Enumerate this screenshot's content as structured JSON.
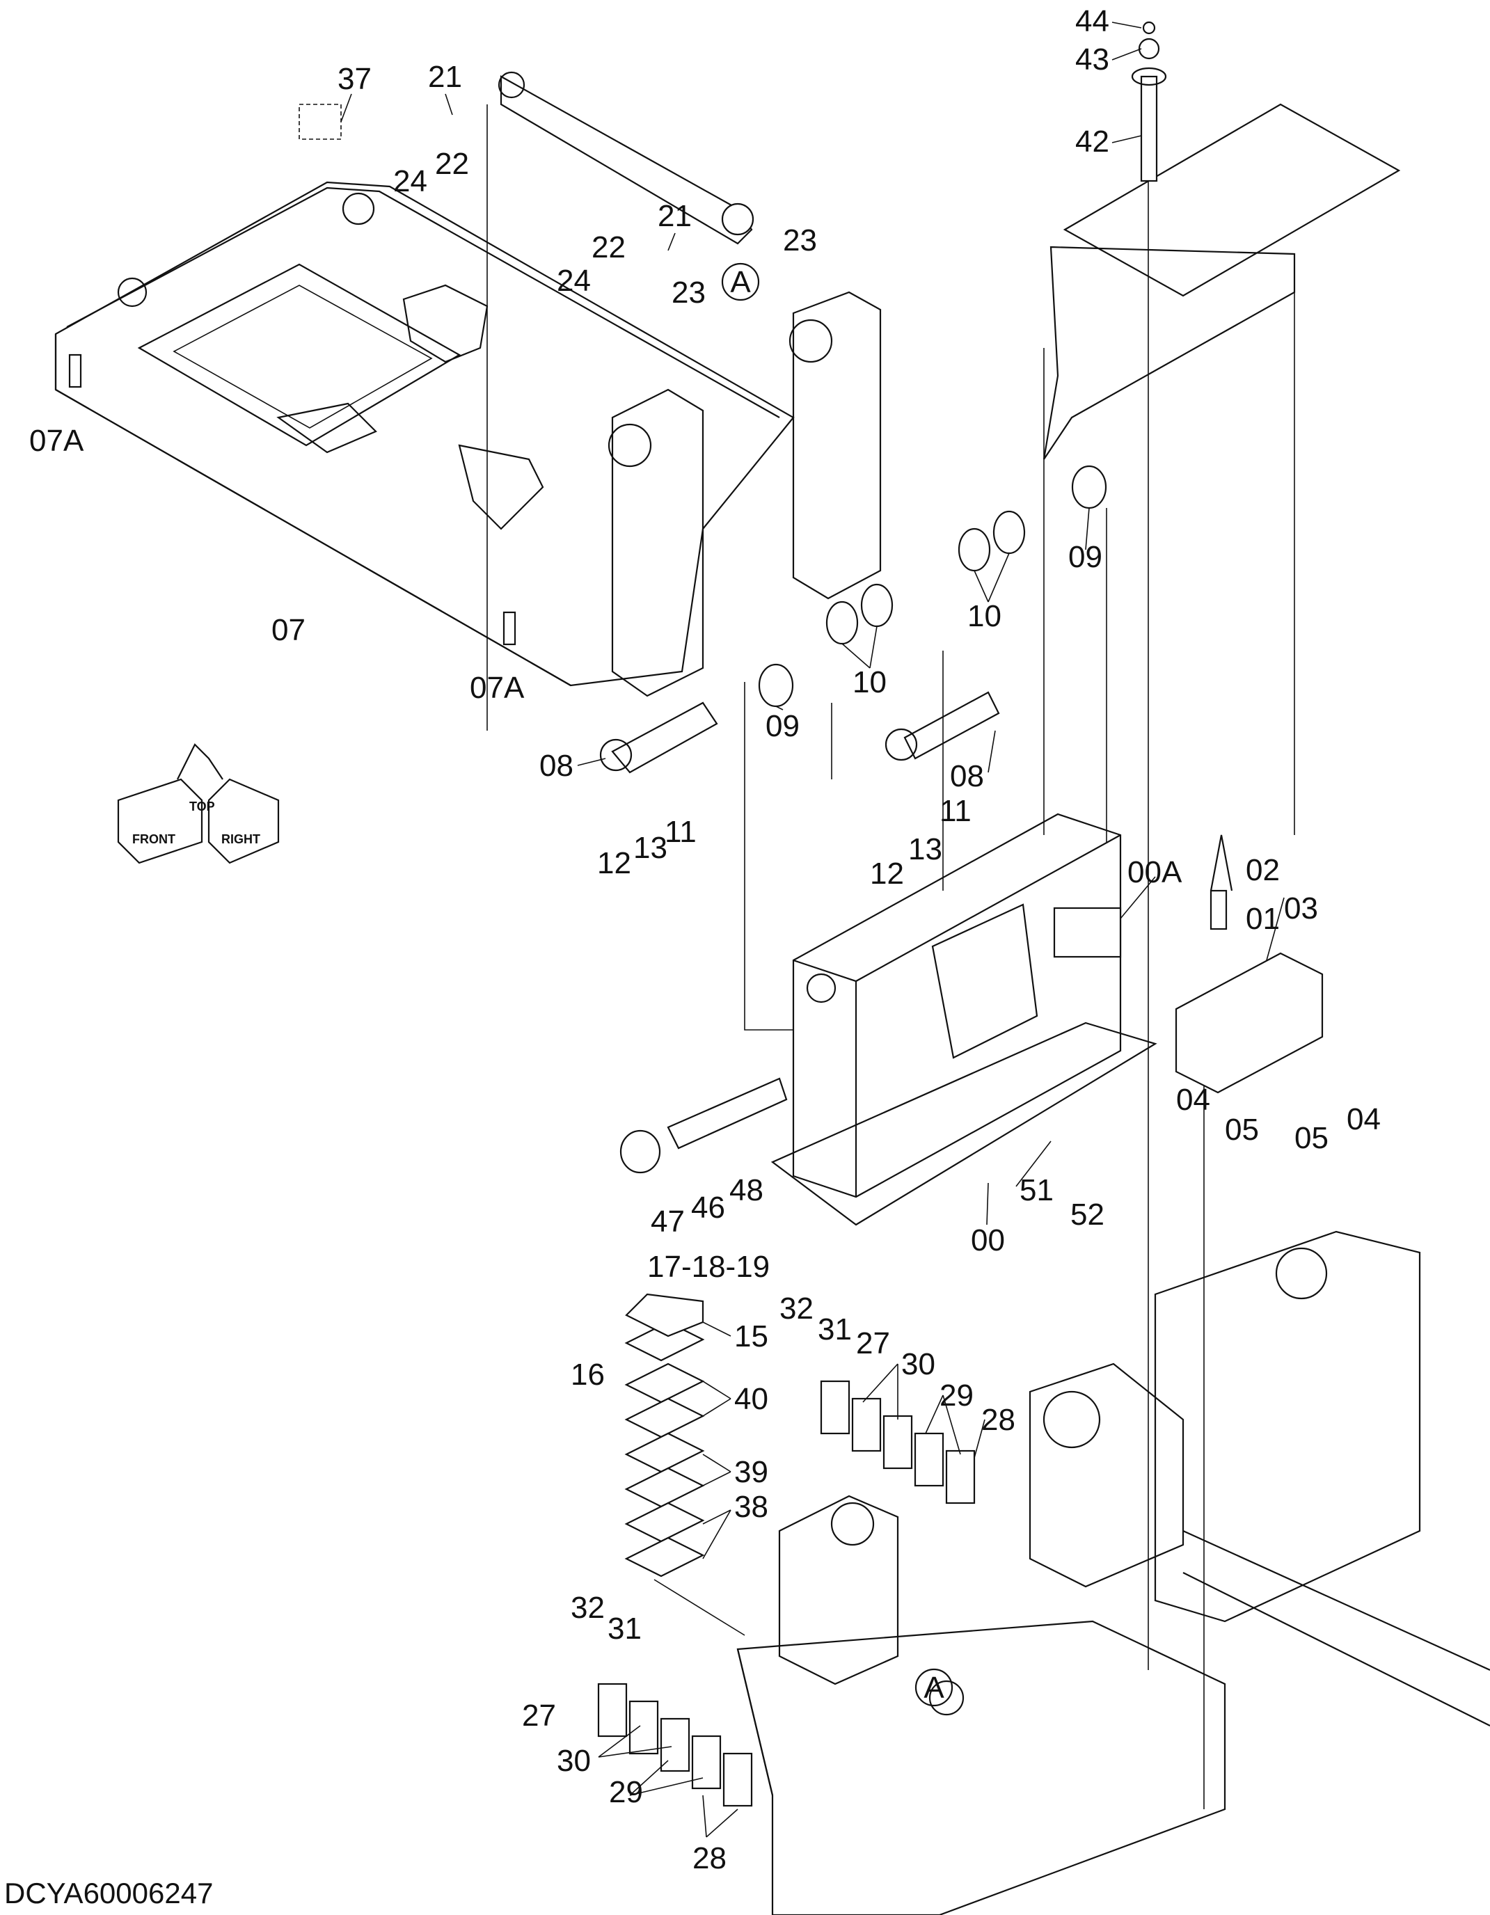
{
  "drawing_number": "DCYA60006247",
  "orientation": {
    "front": "FRONT",
    "top": "TOP",
    "right": "RIGHT"
  },
  "detail_marker": "A",
  "part_labels": {
    "p44": "44",
    "p43": "43",
    "p42": "42",
    "p37": "37",
    "p21a": "21",
    "p22a": "22",
    "p24a": "24",
    "p21b": "21",
    "p22b": "22",
    "p24b": "24",
    "p23a": "23",
    "p23b": "23",
    "p07A_left": "07A",
    "p07": "07",
    "p07A_right": "07A",
    "p09_right": "09",
    "p10_right": "10",
    "p10_left": "10",
    "p09_left": "09",
    "p08_left": "08",
    "p11_left": "11",
    "p12_left": "12",
    "p13_left": "13",
    "p08_right": "08",
    "p11_right": "11",
    "p12_right": "12",
    "p13_right": "13",
    "p00A": "00A",
    "p02": "02",
    "p01": "01",
    "p03": "03",
    "p04_left": "04",
    "p05_left": "05",
    "p05_right": "05",
    "p04_right": "04",
    "p47": "47",
    "p46": "46",
    "p48": "48",
    "p51": "51",
    "p52": "52",
    "p00": "00",
    "p17_18_19": "17-18-19",
    "p15": "15",
    "p16": "16",
    "p40": "40",
    "p39": "39",
    "p38": "38",
    "p32a": "32",
    "p31a": "31",
    "p27a": "27",
    "p30a": "30",
    "p29a": "29",
    "p28a": "28",
    "p32b": "32",
    "p31b": "31",
    "p27b": "27",
    "p30b": "30",
    "p29b": "29",
    "p28b": "28"
  }
}
